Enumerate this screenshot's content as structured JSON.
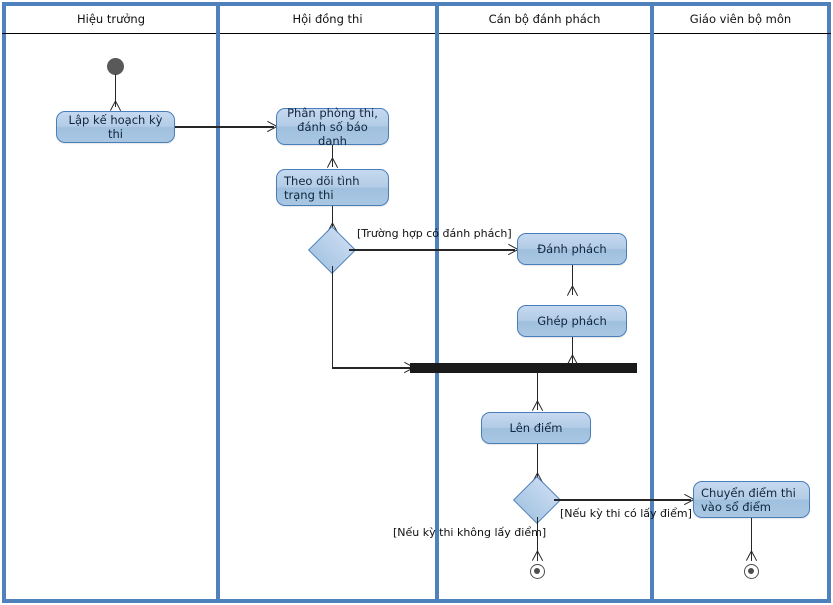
{
  "diagram": {
    "type": "uml-activity-swimlane",
    "accent_color": "#4f81bd",
    "node_fill_color": "#b3cce6",
    "node_border_color": "#4a7ebb",
    "connector_color": "#262626",
    "lanes": [
      {
        "id": "lane-hieu-truong",
        "label": "Hiệu trưởng"
      },
      {
        "id": "lane-hoi-dong-thi",
        "label": "Hội đồng thi"
      },
      {
        "id": "lane-can-bo",
        "label": "Cán bộ đánh phách"
      },
      {
        "id": "lane-giao-vien",
        "label": "Giáo viên bộ môn"
      }
    ],
    "nodes": [
      {
        "id": "initial",
        "kind": "initial",
        "lane": "lane-hieu-truong",
        "label": ""
      },
      {
        "id": "lap-ke-hoach",
        "kind": "action",
        "lane": "lane-hieu-truong",
        "label": "Lập kế hoạch kỳ thi"
      },
      {
        "id": "phan-phong-thi",
        "kind": "action",
        "lane": "lane-hoi-dong-thi",
        "label": "Phân phòng thi, đánh số báo danh"
      },
      {
        "id": "theo-doi",
        "kind": "action",
        "lane": "lane-hoi-dong-thi",
        "label": "Theo dõi tình trạng thi"
      },
      {
        "id": "decision-phach",
        "kind": "decision",
        "lane": "lane-hoi-dong-thi",
        "label": ""
      },
      {
        "id": "danh-phach",
        "kind": "action",
        "lane": "lane-can-bo",
        "label": "Đánh phách"
      },
      {
        "id": "ghep-phach",
        "kind": "action",
        "lane": "lane-can-bo",
        "label": "Ghép phách"
      },
      {
        "id": "merge-bar",
        "kind": "join",
        "lane": "lane-can-bo",
        "label": ""
      },
      {
        "id": "len-diem",
        "kind": "action",
        "lane": "lane-can-bo",
        "label": "Lên điểm"
      },
      {
        "id": "decision-diem",
        "kind": "decision",
        "lane": "lane-can-bo",
        "label": ""
      },
      {
        "id": "chuyen-diem",
        "kind": "action",
        "lane": "lane-giao-vien",
        "label": "Chuyển điểm thi vào sổ điểm"
      },
      {
        "id": "final-can-bo",
        "kind": "final",
        "lane": "lane-can-bo",
        "label": ""
      },
      {
        "id": "final-giao-vien",
        "kind": "final",
        "lane": "lane-giao-vien",
        "label": ""
      }
    ],
    "guards": [
      {
        "id": "guard-co-phach",
        "text": "[Trường hợp có đánh phách]"
      },
      {
        "id": "guard-co-lay-diem",
        "text": "[Nếu kỳ thi có lấy điểm]"
      },
      {
        "id": "guard-khong-lay-diem",
        "text": "[Nếu kỳ thi không lấy điểm]"
      }
    ]
  }
}
